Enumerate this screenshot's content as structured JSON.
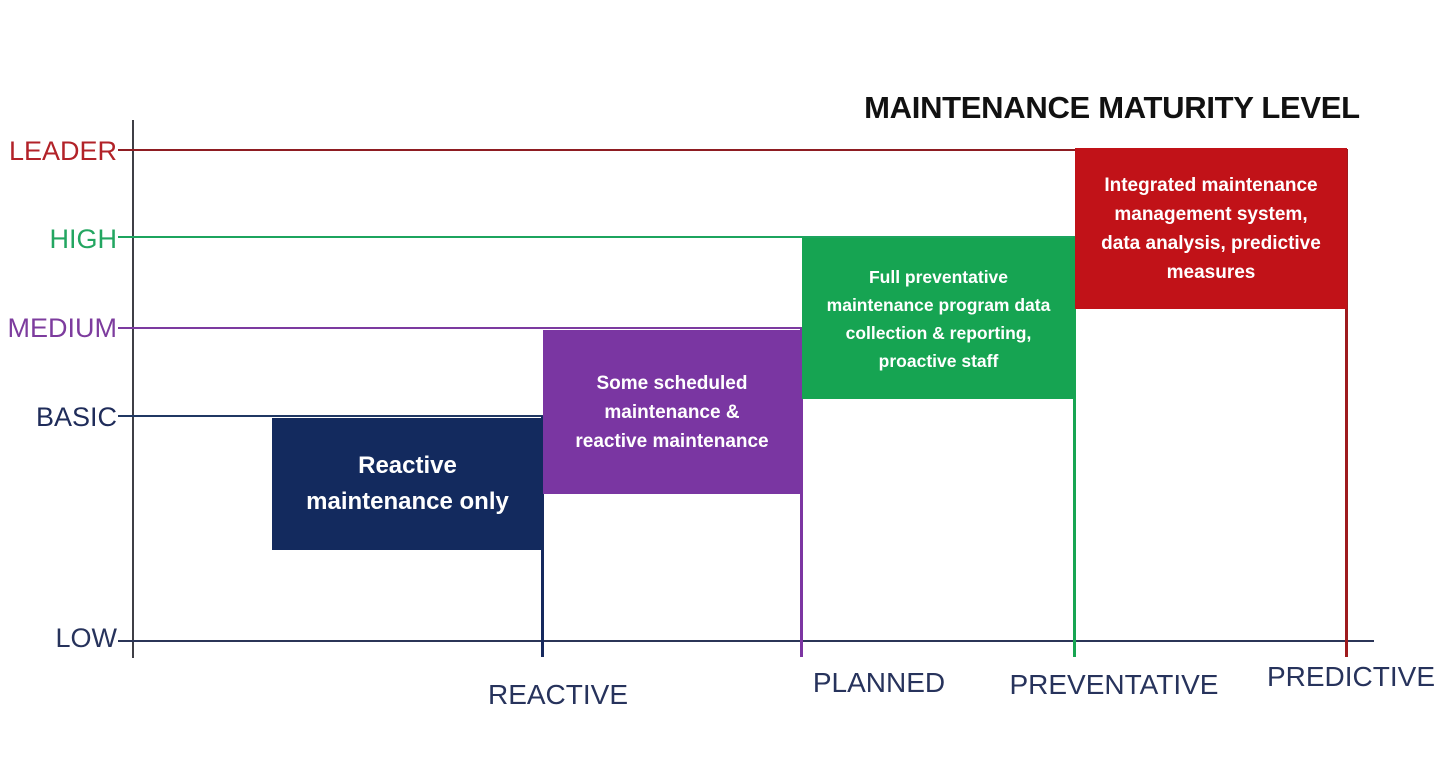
{
  "title": "MAINTENANCE MATURITY LEVEL",
  "chart_data": {
    "type": "bar",
    "title": "MAINTENANCE MATURITY LEVEL",
    "x_categories": [
      "REACTIVE",
      "PLANNED",
      "PREVENTATIVE",
      "PREDICTIVE"
    ],
    "y_levels": [
      "LOW",
      "BASIC",
      "MEDIUM",
      "HIGH",
      "LEADER"
    ],
    "grid": false,
    "legend": false,
    "stages": [
      {
        "category": "REACTIVE",
        "maturity_level": "BASIC",
        "value": 1,
        "color": "#132a5e",
        "description": "Reactive maintenance only",
        "lines": [
          "Reactive",
          "maintenance only"
        ]
      },
      {
        "category": "PLANNED",
        "maturity_level": "MEDIUM",
        "value": 2,
        "color": "#7a36a2",
        "description": "Some scheduled maintenance & reactive maintenance",
        "lines": [
          "Some scheduled",
          "maintenance &",
          "reactive maintenance"
        ]
      },
      {
        "category": "PREVENTATIVE",
        "maturity_level": "HIGH",
        "value": 3,
        "color": "#16a452",
        "description": "Full preventative maintenance program data collection & reporting, proactive staff",
        "lines": [
          "Full preventative",
          "maintenance program data",
          "collection & reporting,",
          "proactive staff"
        ]
      },
      {
        "category": "PREDICTIVE",
        "maturity_level": "LEADER",
        "value": 4,
        "color": "#c11218",
        "description": "Integrated maintenance management system, data analysis, predictive measures",
        "lines": [
          "Integrated maintenance",
          "management system,",
          "data analysis, predictive",
          "measures"
        ]
      }
    ]
  },
  "axes": {
    "y_labels": [
      {
        "label": "LEADER",
        "color": "#b22228",
        "line_color": "#8e1d22"
      },
      {
        "label": "HIGH",
        "color": "#23a661",
        "line_color": "#1ca45e"
      },
      {
        "label": "MEDIUM",
        "color": "#7d3c9e",
        "line_color": "#7c3aa0"
      },
      {
        "label": "BASIC",
        "color": "#1f2c5a",
        "line_color": "#203863"
      },
      {
        "label": "LOW",
        "color": "#27335c"
      }
    ],
    "x_labels": [
      {
        "label": "REACTIVE",
        "tick_color": "#16295e"
      },
      {
        "label": "PLANNED",
        "tick_color": "#7c35a2"
      },
      {
        "label": "PREVENTATIVE",
        "tick_color": "#17a552"
      },
      {
        "label": "PREDICTIVE",
        "tick_color": "#9e1b1e"
      }
    ],
    "axis_color_vertical": "#3f3f46",
    "axis_color_horizontal": "#2b3557"
  }
}
